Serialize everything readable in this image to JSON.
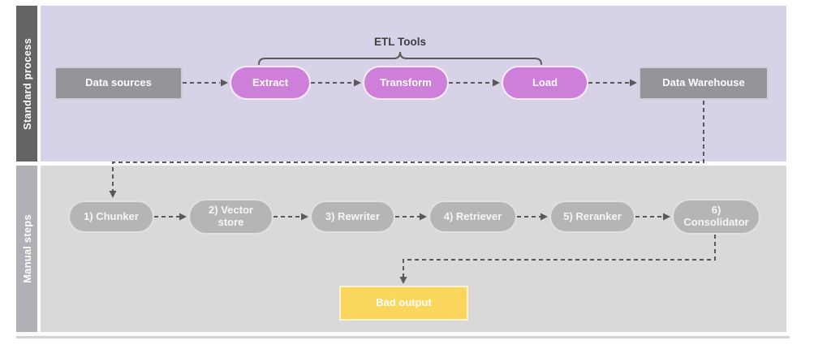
{
  "lanes": {
    "standard": {
      "label": "Standard process"
    },
    "manual": {
      "label": "Manual steps"
    }
  },
  "bracket": {
    "label": "ETL Tools"
  },
  "nodes": {
    "data_sources": "Data sources",
    "extract": "Extract",
    "transform": "Transform",
    "load": "Load",
    "data_warehouse": "Data Warehouse",
    "chunker": "1) Chunker",
    "vector_store": "2) Vector store",
    "rewriter": "3) Rewriter",
    "retriever": "4) Retriever",
    "reranker": "5) Reranker",
    "consolidator": "6) Consolidator",
    "bad_output": "Bad output"
  },
  "colors": {
    "lane1_bg": "#d8d2e8",
    "lane1_bar": "#646467",
    "lane2_bg": "#d9d9d9",
    "lane2_bar": "#b2b0b5",
    "box_gray": "#949499",
    "pill_pink": "#cd7fd9",
    "pill_gray": "#b5b4b7",
    "box_yellow": "#fbd65c",
    "connector": "#595959"
  }
}
